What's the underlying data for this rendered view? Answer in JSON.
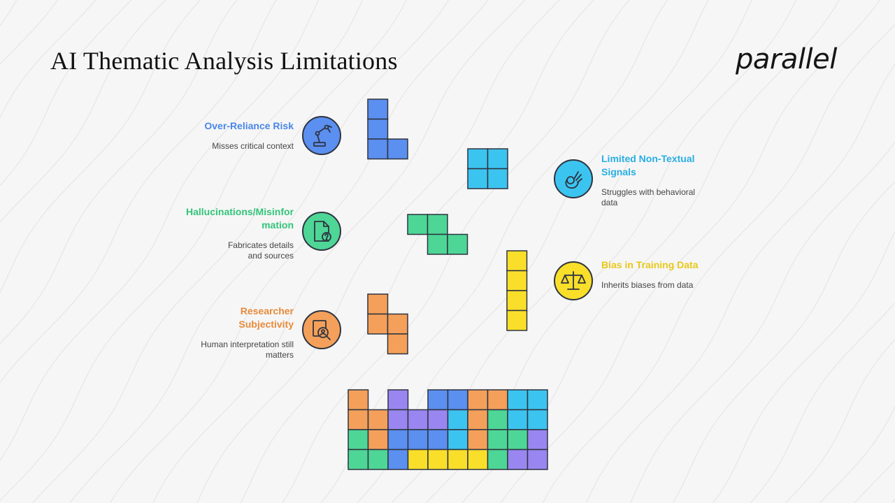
{
  "title": "AI Thematic Analysis Limitations",
  "logo": "parallel",
  "items": [
    {
      "name": "Over-Reliance Risk",
      "desc": "Misses critical context",
      "color": "#4a86e8",
      "icon": "robot-arm-icon"
    },
    {
      "name": "Limited Non-Textual Signals",
      "desc": "Struggles with behavioral data",
      "color": "#27aee3",
      "icon": "ok-hand-icon"
    },
    {
      "name": "Hallucinations/Misinformation",
      "desc": "Fabricates details and sources",
      "color": "#33c47a",
      "icon": "question-document-icon"
    },
    {
      "name": "Bias in Training Data",
      "desc": "Inherits biases from data",
      "color": "#e8c81a",
      "icon": "balance-scale-icon"
    },
    {
      "name": "Researcher Subjectivity",
      "desc": "Human interpretation still matters",
      "color": "#e88a3a",
      "icon": "magnifier-person-icon"
    }
  ],
  "colors": {
    "blue": "#5b8ff0",
    "cyan": "#3cc4f0",
    "green": "#4ed696",
    "yellow": "#fadf2a",
    "orange": "#f4a05a",
    "purple": "#9a86f0",
    "outline": "#2e3440"
  }
}
